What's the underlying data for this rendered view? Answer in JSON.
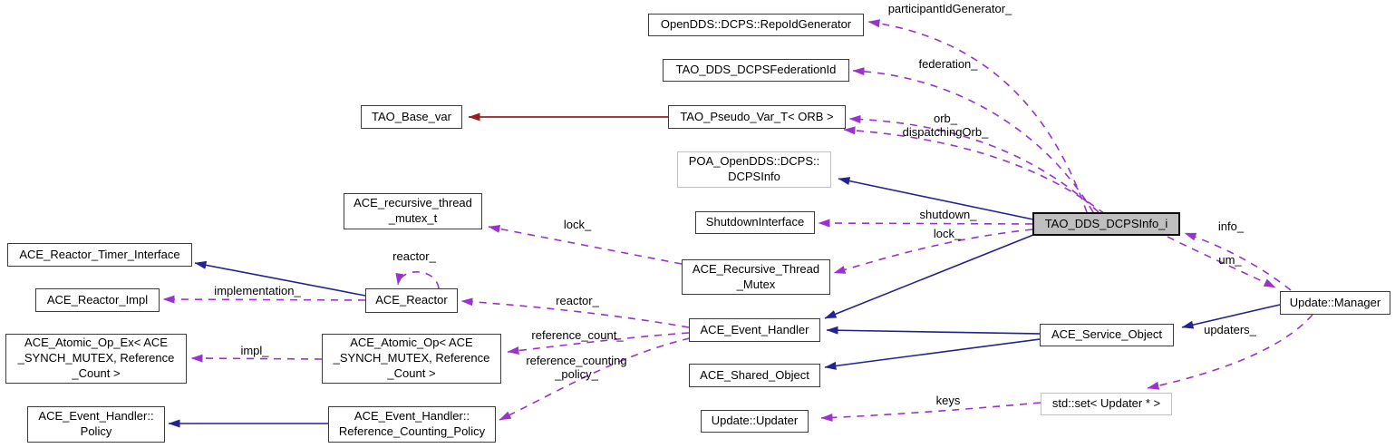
{
  "diagram": {
    "type": "collaboration-graph",
    "main_class": "TAO_DDS_DCPSInfo_i",
    "colors": {
      "usage": "#9a32cd",
      "inherit": "#222291",
      "priv": "#9b1e1e",
      "node-border": "#3d3d3d",
      "node-border-light": "#c2c2c2",
      "main-fill": "#bfbfbf",
      "text": "#000000",
      "bg": "#ffffff"
    },
    "nodes": {
      "repoidgen": {
        "label": "OpenDDS::DCPS::RepoIdGenerator"
      },
      "federationid": {
        "label": "TAO_DDS_DCPSFederationId"
      },
      "basevar": {
        "label": "TAO_Base_var"
      },
      "pseudovar": {
        "label": "TAO_Pseudo_Var_T< ORB >"
      },
      "poa": {
        "label": [
          "POA_OpenDDS::DCPS::",
          "DCPSInfo"
        ]
      },
      "recmutex_t": {
        "label": [
          "ACE_recursive_thread",
          "_mutex_t"
        ]
      },
      "shutdowniface": {
        "label": "ShutdownInterface"
      },
      "main": {
        "label": "TAO_DDS_DCPSInfo_i"
      },
      "timer_iface": {
        "label": "ACE_Reactor_Timer_Interface"
      },
      "recthreadmutex": {
        "label": [
          "ACE_Recursive_Thread",
          "_Mutex"
        ]
      },
      "reactor_impl": {
        "label": "ACE_Reactor_Impl"
      },
      "reactor": {
        "label": "ACE_Reactor"
      },
      "manager": {
        "label": "Update::Manager"
      },
      "event_handler": {
        "label": "ACE_Event_Handler"
      },
      "service_obj": {
        "label": "ACE_Service_Object"
      },
      "atomic_ex": {
        "label": [
          "ACE_Atomic_Op_Ex< ACE",
          "_SYNCH_MUTEX, Reference",
          "_Count >"
        ]
      },
      "atomic": {
        "label": [
          "ACE_Atomic_Op< ACE",
          "_SYNCH_MUTEX, Reference",
          "_Count >"
        ]
      },
      "shared_obj": {
        "label": "ACE_Shared_Object"
      },
      "stdset": {
        "label": "std::set< Updater * >"
      },
      "eh_policy": {
        "label": [
          "ACE_Event_Handler::",
          "Policy"
        ]
      },
      "rc_policy": {
        "label": [
          "ACE_Event_Handler::",
          "Reference_Counting_Policy"
        ]
      },
      "updater": {
        "label": "Update::Updater"
      }
    },
    "edge_labels": {
      "participant": "participantIdGenerator_",
      "federation": "federation_",
      "orb_pair": [
        "orb_",
        "dispatchingOrb_"
      ],
      "shutdown": "shutdown_",
      "lock_main": "lock_",
      "lock_mutex": "lock_",
      "reactor_self": "reactor_",
      "implementation": "implementation_",
      "reactor_eh": "reactor_",
      "reference_count": "reference_count_",
      "reference_counting_policy": [
        "reference_counting",
        "_policy_"
      ],
      "impl": "impl_",
      "info": "info_",
      "um": "um_",
      "updaters": "updaters_",
      "keys": "keys"
    }
  }
}
